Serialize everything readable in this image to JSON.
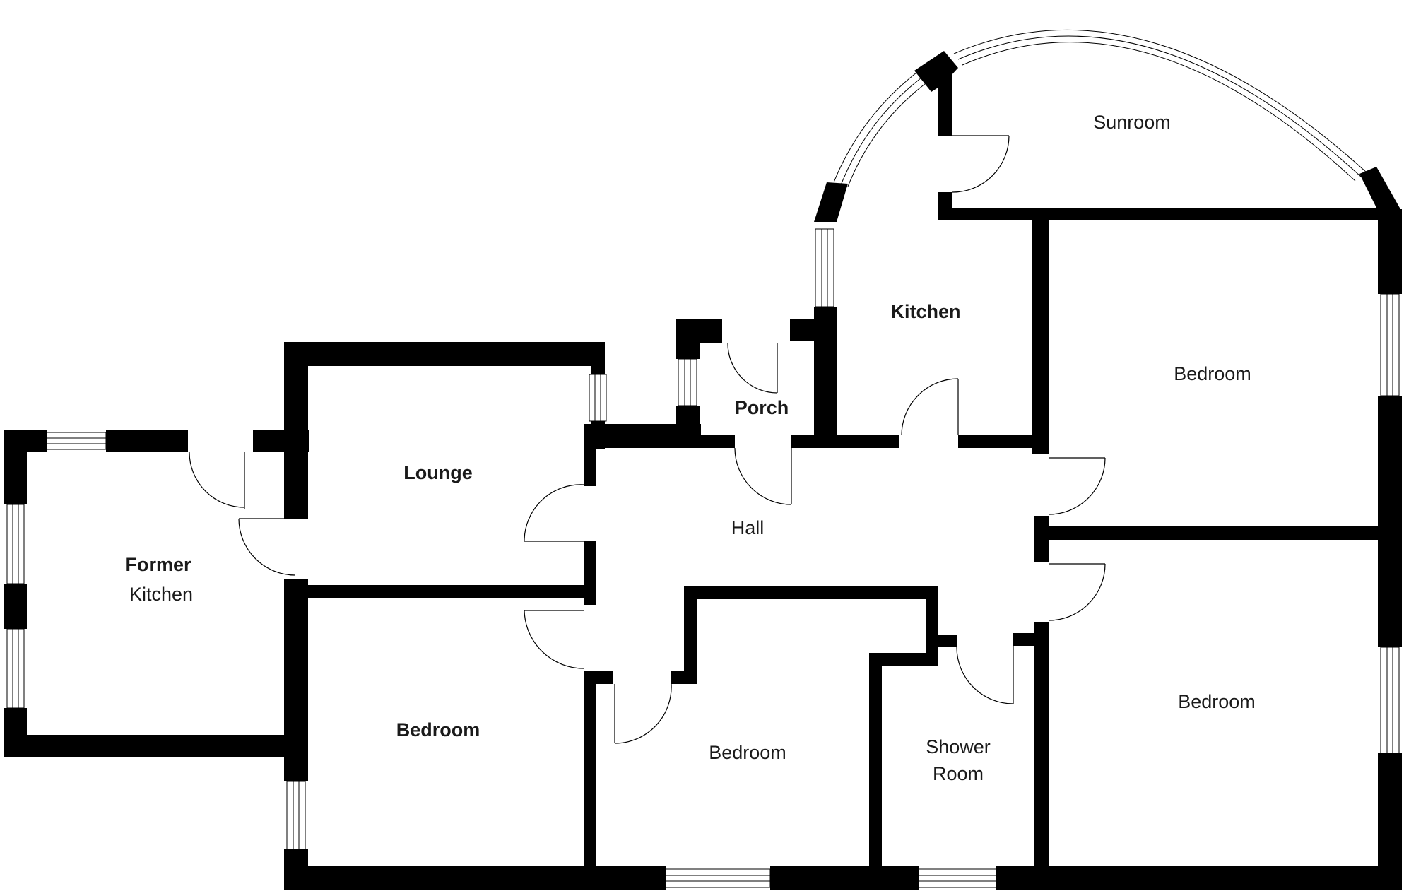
{
  "rooms": {
    "sunroom": "Sunroom",
    "kitchen": "Kitchen",
    "porch": "Porch",
    "lounge": "Lounge",
    "hall": "Hall",
    "bedroom_top_right": "Bedroom",
    "bedroom_bottom_right": "Bedroom",
    "former_kitchen_line1": "Former",
    "former_kitchen_line2": "Kitchen",
    "bedroom_bottom_left": "Bedroom",
    "bedroom_middle": "Bedroom",
    "shower_room_line1": "Shower",
    "shower_room_line2": "Room"
  },
  "colors": {
    "wall": "#000000",
    "background": "#ffffff",
    "text": "#1a1a1a"
  }
}
